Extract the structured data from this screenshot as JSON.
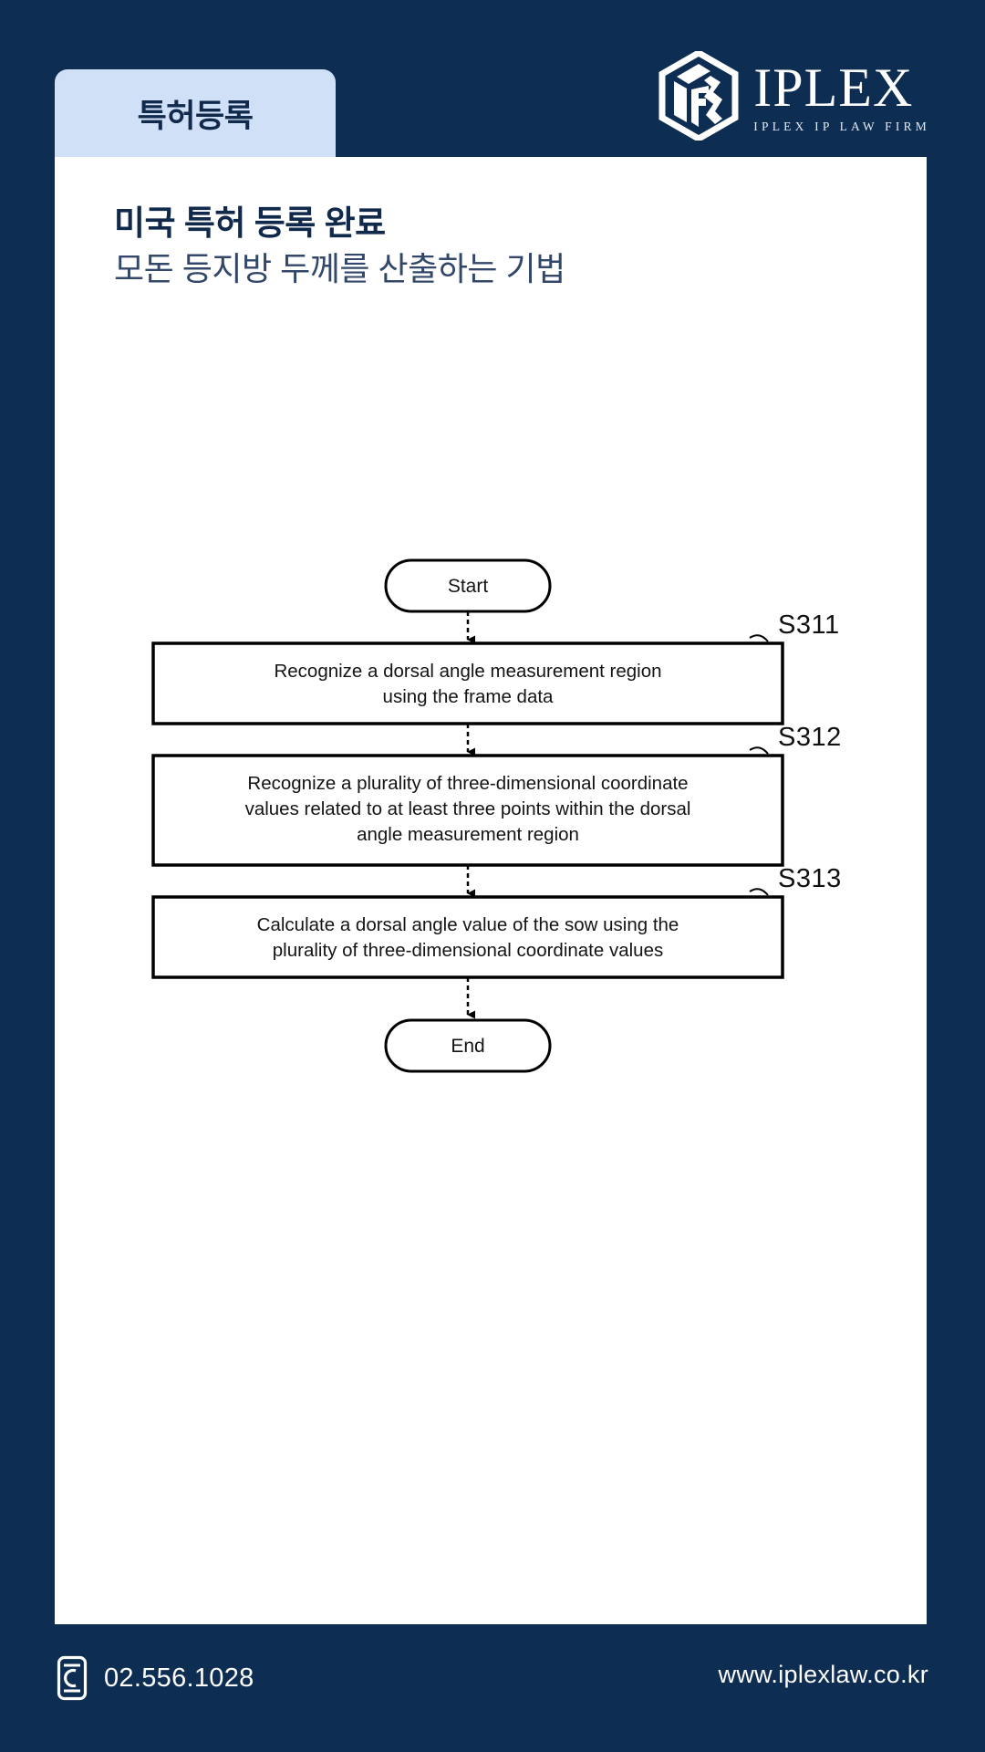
{
  "page": {
    "background_color": "#0e2d52",
    "card_color": "#ffffff"
  },
  "header": {
    "category_tab": {
      "label": "특허등록",
      "background_color": "#cfe0f7",
      "text_color": "#11294b"
    },
    "brand": {
      "mark_icon": "hexagon-iplex-logo-icon",
      "name": "IPLEX",
      "tagline": "IPLEX IP LAW FIRM"
    }
  },
  "main": {
    "title": "미국 특허 등록 완료",
    "subtitle": "모돈 등지방 두께를 산출하는 기법"
  },
  "flowchart": {
    "type": "flowchart",
    "orientation": "vertical",
    "start_label": "Start",
    "end_label": "End",
    "steps": [
      {
        "id": "S311",
        "text_lines": [
          "Recognize a dorsal angle measurement region",
          "using the frame data"
        ]
      },
      {
        "id": "S312",
        "text_lines": [
          "Recognize a plurality of three-dimensional coordinate",
          "values related to at least three points within the dorsal",
          "angle measurement region"
        ]
      },
      {
        "id": "S313",
        "text_lines": [
          "Calculate a dorsal angle value of the sow using the",
          "plurality of three-dimensional coordinate values"
        ]
      }
    ]
  },
  "footer": {
    "phone_icon": "mobile-phone-icon",
    "phone": "02.556.1028",
    "website": "www.iplexlaw.co.kr"
  }
}
